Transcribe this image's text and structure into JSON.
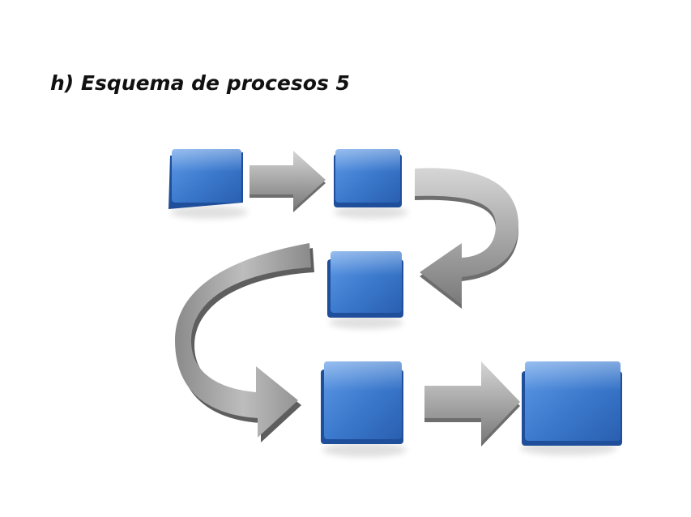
{
  "title": "h) Esquema de procesos 5",
  "diagram": {
    "description_colors": {
      "box_fill": "#3f7fd2",
      "box_dark": "#1f4e9a",
      "arrow_fill": "#a9a9a9",
      "arrow_dark": "#6e6e6e"
    },
    "boxes": [
      {
        "id": "box-1"
      },
      {
        "id": "box-2"
      },
      {
        "id": "box-3"
      },
      {
        "id": "box-4"
      },
      {
        "id": "box-5"
      }
    ],
    "arrows": [
      {
        "id": "arrow-1",
        "kind": "straight",
        "from": "box-1",
        "to": "box-2"
      },
      {
        "id": "arrow-2",
        "kind": "curved",
        "from": "box-2",
        "to": "box-3"
      },
      {
        "id": "arrow-3",
        "kind": "curved",
        "from": "box-3",
        "to": "box-4"
      },
      {
        "id": "arrow-4",
        "kind": "straight",
        "from": "box-4",
        "to": "box-5"
      }
    ]
  }
}
